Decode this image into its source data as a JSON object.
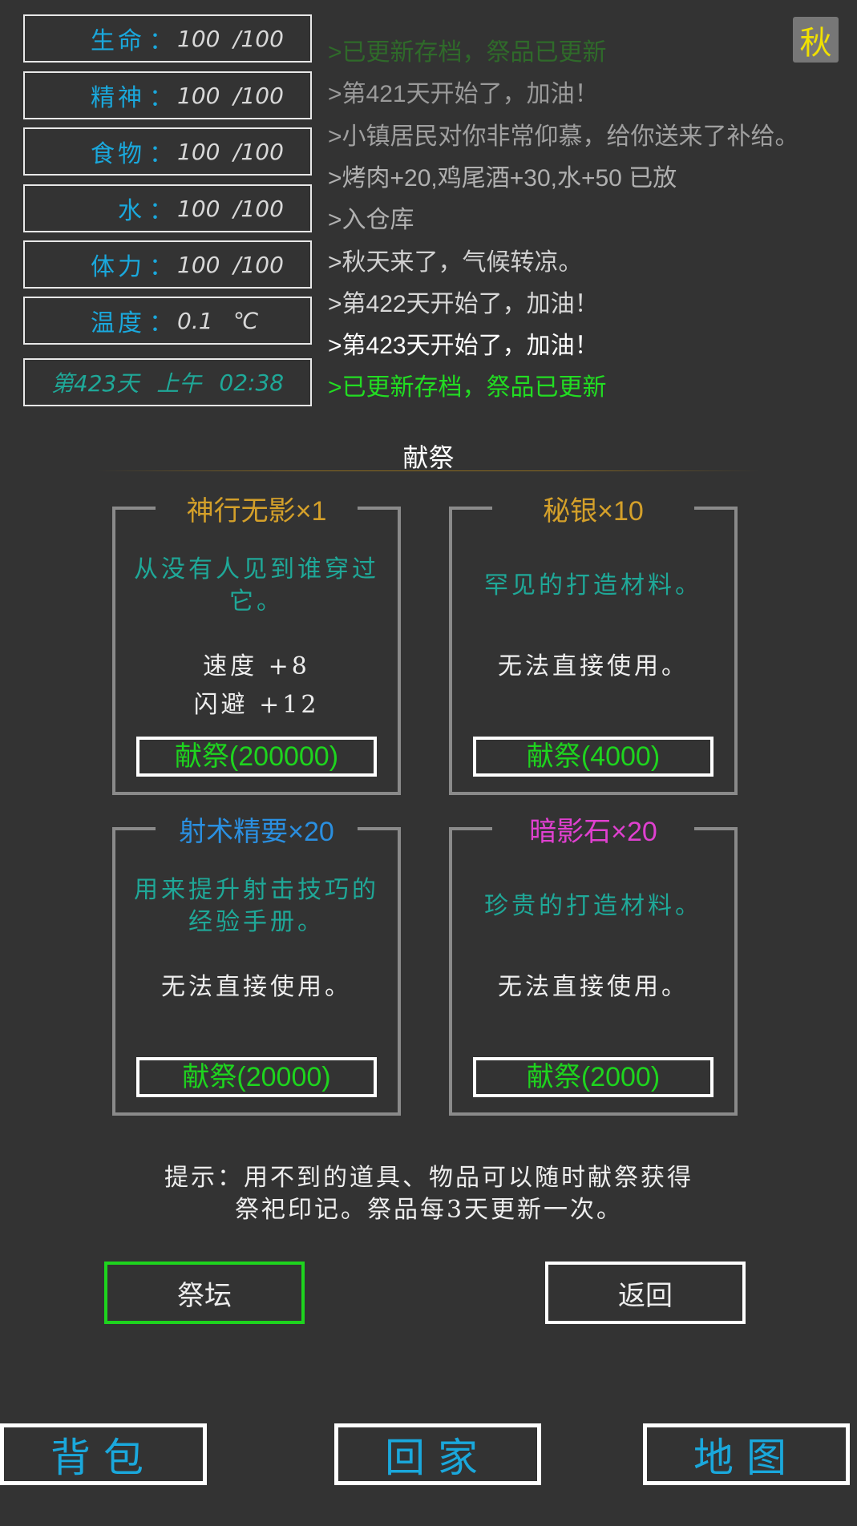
{
  "stats": [
    {
      "label": "生命",
      "value": "100",
      "max": "/100"
    },
    {
      "label": "精神",
      "value": "100",
      "max": "/100"
    },
    {
      "label": "食物",
      "value": "100",
      "max": "/100"
    },
    {
      "label": "水",
      "value": "100",
      "max": "/100"
    },
    {
      "label": "体力",
      "value": "100",
      "max": "/100"
    },
    {
      "label": "温度",
      "value": "0.1",
      "max": "℃"
    }
  ],
  "colon": "：",
  "date": {
    "day": "第423天",
    "period": "上午",
    "time": "02:38"
  },
  "season": "秋",
  "log": [
    {
      "text": ">已更新存档，祭品已更新",
      "color": "#2f6a2a"
    },
    {
      "text": ">第421天开始了，加油！",
      "color": "#9a9a9a"
    },
    {
      "text": ">小镇居民对你非常仰慕，给你送来了补给。",
      "color": "#a0a0a0"
    },
    {
      "text": ">烤肉+20,鸡尾酒+30,水+50 已放",
      "color": "#b0b0b0"
    },
    {
      "text": ">入仓库",
      "color": "#b0b0b0"
    },
    {
      "text": ">秋天来了，气候转凉。",
      "color": "#d0d0d0"
    },
    {
      "text": ">第422天开始了，加油！",
      "color": "#d8d8d8"
    },
    {
      "text": ">第423天开始了，加油！",
      "color": "#ffffff"
    },
    {
      "text": ">已更新存档，祭品已更新",
      "color": "#22dd22"
    }
  ],
  "section_title": "献祭",
  "offerings": [
    {
      "title": "神行无影×1",
      "color": "#d4a02a",
      "desc": "从没有人见到谁穿过它。",
      "effects": [
        "速度 +8",
        "闪避 +12"
      ],
      "button": "献祭(200000)"
    },
    {
      "title": "秘银×10",
      "color": "#d4a02a",
      "desc": "罕见的打造材料。",
      "effects": [
        "无法直接使用。"
      ],
      "button": "献祭(4000)"
    },
    {
      "title": "射术精要×20",
      "color": "#2a8fe0",
      "desc": "用来提升射击技巧的经验手册。",
      "effects": [
        "无法直接使用。"
      ],
      "button": "献祭(20000)"
    },
    {
      "title": "暗影石×20",
      "color": "#e040d0",
      "desc": "珍贵的打造材料。",
      "effects": [
        "无法直接使用。"
      ],
      "button": "献祭(2000)"
    }
  ],
  "hint": "提示：用不到的道具、物品可以随时献祭获得祭祀印记。祭品每3天更新一次。",
  "buttons": {
    "altar": "祭坛",
    "back": "返回"
  },
  "nav": {
    "bag": "背包",
    "home": "回家",
    "map": "地图"
  }
}
